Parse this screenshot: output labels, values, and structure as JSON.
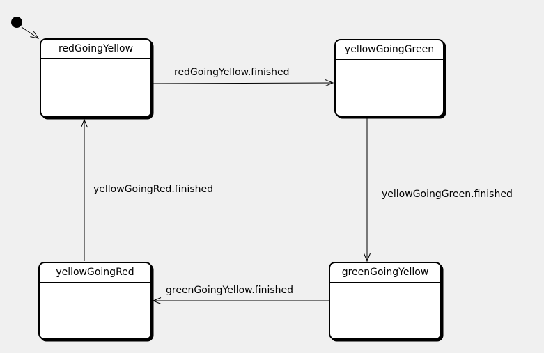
{
  "diagram": {
    "kind": "uml-state-machine",
    "background_color": "#f0f0f0",
    "state_fill_color": "#ffffff",
    "line_color": "#000000",
    "initial_state": {
      "shape": "filled-dot",
      "points_to": "redGoingYellow"
    },
    "states": [
      {
        "id": "redGoingYellow",
        "label": "redGoingYellow"
      },
      {
        "id": "yellowGoingGreen",
        "label": "yellowGoingGreen"
      },
      {
        "id": "greenGoingYellow",
        "label": "greenGoingYellow"
      },
      {
        "id": "yellowGoingRed",
        "label": "yellowGoingRed"
      }
    ],
    "transitions": [
      {
        "from": "redGoingYellow",
        "to": "yellowGoingGreen",
        "label": "redGoingYellow.finished"
      },
      {
        "from": "yellowGoingGreen",
        "to": "greenGoingYellow",
        "label": "yellowGoingGreen.finished"
      },
      {
        "from": "greenGoingYellow",
        "to": "yellowGoingRed",
        "label": "greenGoingYellow.finished"
      },
      {
        "from": "yellowGoingRed",
        "to": "redGoingYellow",
        "label": "yellowGoingRed.finished"
      }
    ]
  }
}
